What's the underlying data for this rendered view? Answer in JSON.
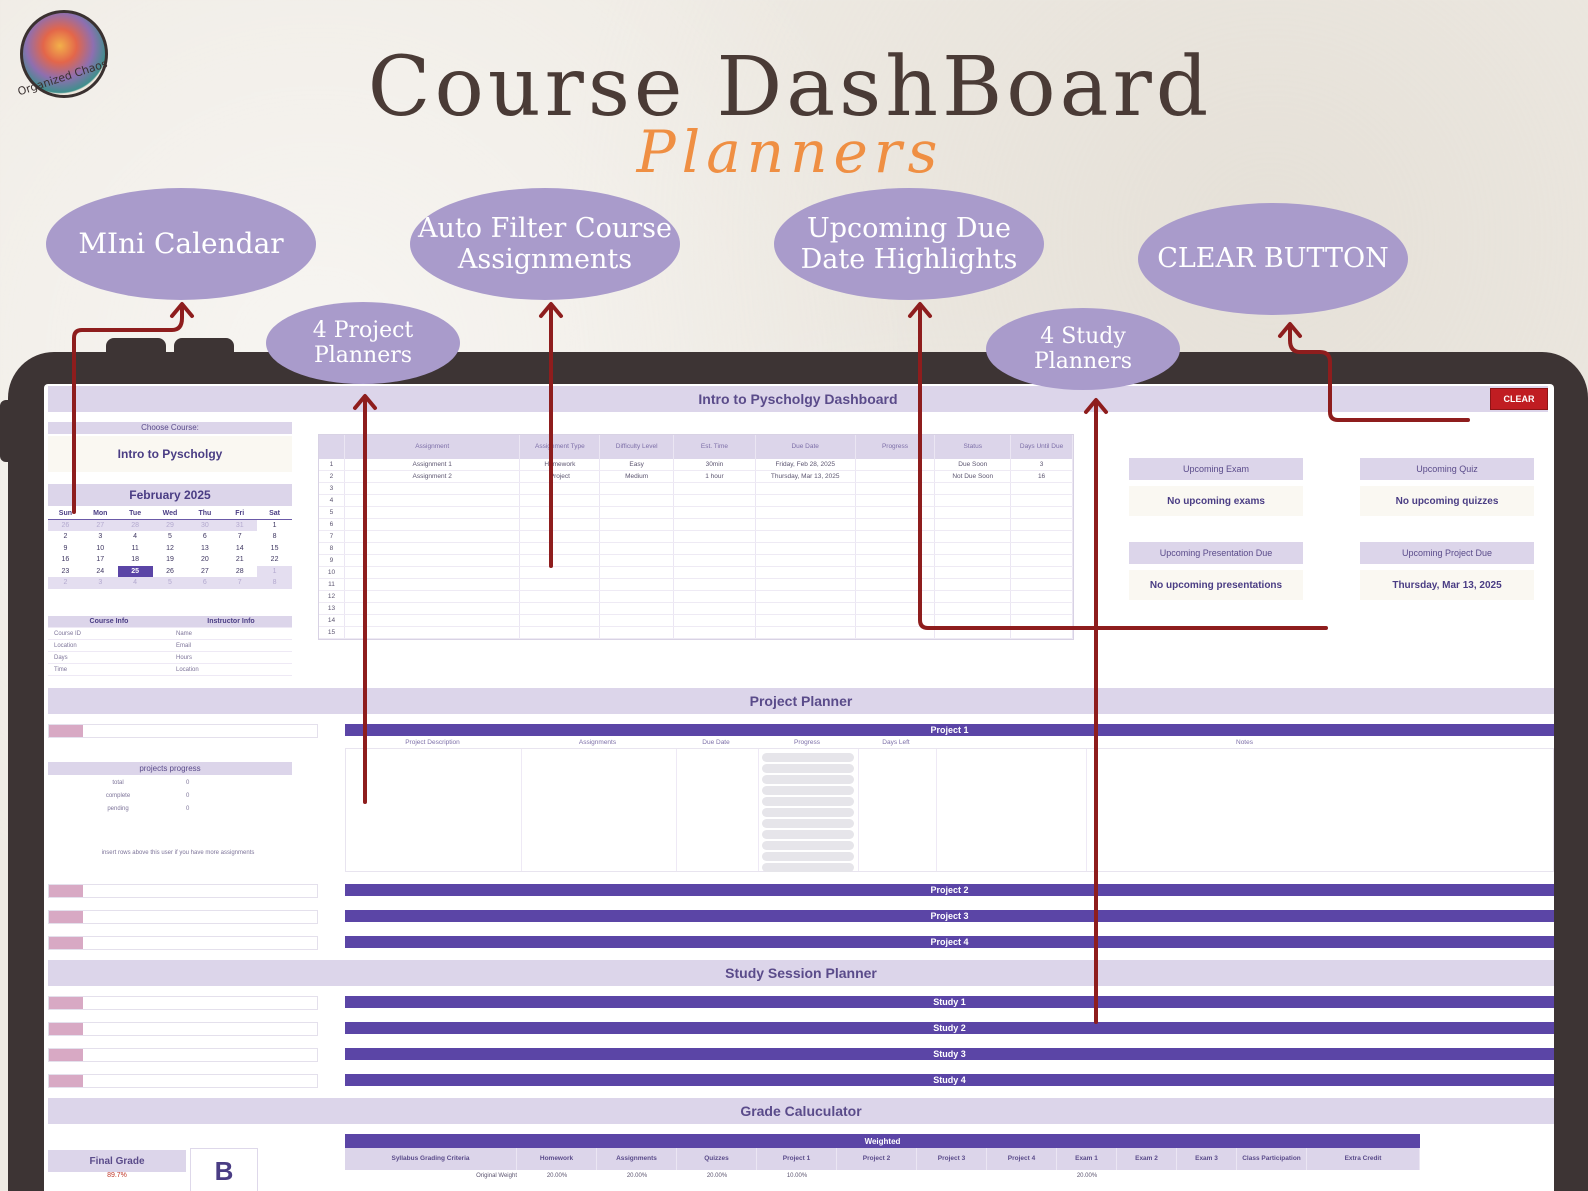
{
  "header": {
    "title": "Course DashBoard",
    "subtitle": "Planners",
    "logo_text": "Organized Chaos"
  },
  "annotations": {
    "mini_calendar": "MIni Calendar",
    "auto_filter": [
      "Auto Filter Course",
      "Assignments"
    ],
    "upcoming_due": [
      "Upcoming Due",
      "Date Highlights"
    ],
    "clear_button": "CLEAR BUTTON",
    "project_planners": [
      "4 Project",
      "Planners"
    ],
    "study_planners": [
      "4 Study",
      "Planners"
    ]
  },
  "dashboard": {
    "title": "Intro to Pyscholgy Dashboard",
    "clear_label": "CLEAR",
    "choose_course_label": "Choose Course:",
    "course_value": "Intro to Pyscholgy",
    "calendar": {
      "month_label": "February  2025",
      "days_of_week": [
        "Sun",
        "Mon",
        "Tue",
        "Wed",
        "Thu",
        "Fri",
        "Sat"
      ],
      "cells": [
        {
          "d": "26",
          "t": "other"
        },
        {
          "d": "27",
          "t": "other"
        },
        {
          "d": "28",
          "t": "other"
        },
        {
          "d": "29",
          "t": "other"
        },
        {
          "d": "30",
          "t": "other"
        },
        {
          "d": "31",
          "t": "other"
        },
        {
          "d": "1",
          "t": ""
        },
        {
          "d": "2",
          "t": ""
        },
        {
          "d": "3",
          "t": ""
        },
        {
          "d": "4",
          "t": ""
        },
        {
          "d": "5",
          "t": ""
        },
        {
          "d": "6",
          "t": ""
        },
        {
          "d": "7",
          "t": ""
        },
        {
          "d": "8",
          "t": ""
        },
        {
          "d": "9",
          "t": ""
        },
        {
          "d": "10",
          "t": ""
        },
        {
          "d": "11",
          "t": ""
        },
        {
          "d": "12",
          "t": ""
        },
        {
          "d": "13",
          "t": ""
        },
        {
          "d": "14",
          "t": ""
        },
        {
          "d": "15",
          "t": ""
        },
        {
          "d": "16",
          "t": ""
        },
        {
          "d": "17",
          "t": ""
        },
        {
          "d": "18",
          "t": ""
        },
        {
          "d": "19",
          "t": ""
        },
        {
          "d": "20",
          "t": ""
        },
        {
          "d": "21",
          "t": ""
        },
        {
          "d": "22",
          "t": ""
        },
        {
          "d": "23",
          "t": ""
        },
        {
          "d": "24",
          "t": ""
        },
        {
          "d": "25",
          "t": "today"
        },
        {
          "d": "26",
          "t": ""
        },
        {
          "d": "27",
          "t": ""
        },
        {
          "d": "28",
          "t": ""
        },
        {
          "d": "1",
          "t": "other"
        },
        {
          "d": "2",
          "t": "other"
        },
        {
          "d": "3",
          "t": "other"
        },
        {
          "d": "4",
          "t": "other"
        },
        {
          "d": "5",
          "t": "other"
        },
        {
          "d": "6",
          "t": "other"
        },
        {
          "d": "7",
          "t": "other"
        },
        {
          "d": "8",
          "t": "other"
        }
      ]
    },
    "info_table": {
      "headers": [
        "Course Info",
        "Instructor Info"
      ],
      "rows": [
        [
          "Course ID",
          "Name"
        ],
        [
          "Location",
          "Email"
        ],
        [
          "Days",
          "Hours"
        ],
        [
          "Time",
          "Location"
        ]
      ]
    },
    "assignments": {
      "columns": [
        "Assignment",
        "Assignment Type",
        "Difficulty Level",
        "Est. Time",
        "Due Date",
        "Progress",
        "Status",
        "Days Until Due"
      ],
      "rows": [
        [
          "1",
          "Assignment 1",
          "Homework",
          "Easy",
          "30min",
          "Friday, Feb 28, 2025",
          "",
          "Due Soon",
          "3"
        ],
        [
          "2",
          "Assignment 2",
          "Project",
          "Medium",
          "1 hour",
          "Thursday, Mar 13, 2025",
          "",
          "Not Due Soon",
          "16"
        ],
        [
          "3",
          "",
          "",
          "",
          "",
          "",
          "",
          "",
          ""
        ],
        [
          "4",
          "",
          "",
          "",
          "",
          "",
          "",
          "",
          ""
        ],
        [
          "5",
          "",
          "",
          "",
          "",
          "",
          "",
          "",
          ""
        ],
        [
          "6",
          "",
          "",
          "",
          "",
          "",
          "",
          "",
          ""
        ],
        [
          "7",
          "",
          "",
          "",
          "",
          "",
          "",
          "",
          ""
        ],
        [
          "8",
          "",
          "",
          "",
          "",
          "",
          "",
          "",
          ""
        ],
        [
          "9",
          "",
          "",
          "",
          "",
          "",
          "",
          "",
          ""
        ],
        [
          "10",
          "",
          "",
          "",
          "",
          "",
          "",
          "",
          ""
        ],
        [
          "11",
          "",
          "",
          "",
          "",
          "",
          "",
          "",
          ""
        ],
        [
          "12",
          "",
          "",
          "",
          "",
          "",
          "",
          "",
          ""
        ],
        [
          "13",
          "",
          "",
          "",
          "",
          "",
          "",
          "",
          ""
        ],
        [
          "14",
          "",
          "",
          "",
          "",
          "",
          "",
          "",
          ""
        ],
        [
          "15",
          "",
          "",
          "",
          "",
          "",
          "",
          "",
          ""
        ]
      ]
    },
    "upcoming": {
      "exam_label": "Upcoming Exam",
      "exam_value": "No upcoming exams",
      "quiz_label": "Upcoming Quiz",
      "quiz_value": "No upcoming quizzes",
      "presentation_label": "Upcoming Presentation Due",
      "presentation_value": "No upcoming presentations",
      "project_label": "Upcoming Project Due",
      "project_value": "Thursday, Mar 13, 2025"
    },
    "project_planner": {
      "section_title": "Project Planner",
      "projects": [
        "Project 1",
        "Project 2",
        "Project 3",
        "Project 4"
      ],
      "columns": [
        "Project Description",
        "Assignments",
        "Due Date",
        "Progress",
        "Days Left",
        "Notes"
      ],
      "progress_title": "projects progress",
      "progress_rows": [
        [
          "total",
          "0"
        ],
        [
          "complete",
          "0"
        ],
        [
          "pending",
          "0"
        ]
      ],
      "note": "insert rows above this user if you have more assignments"
    },
    "study_planner": {
      "section_title": "Study Session Planner",
      "studies": [
        "Study 1",
        "Study 2",
        "Study 3",
        "Study 4"
      ]
    },
    "grade_calculator": {
      "section_title": "Grade Caluculator",
      "final_grade_label": "Final Grade",
      "final_grade_value": "89.7%",
      "letter": "B",
      "weighted_label": "Weighted",
      "columns": [
        "Syllabus Grading Criteria",
        "Homework",
        "Assignments",
        "Quizzes",
        "Project 1",
        "Project 2",
        "Project 3",
        "Project 4",
        "Exam 1",
        "Exam 2",
        "Exam 3",
        "Class Participation",
        "Extra Credit"
      ],
      "row_label": "Original Weight",
      "row_values": [
        "20.00%",
        "20.00%",
        "20.00%",
        "10.00%",
        "",
        "",
        "",
        "20.00%",
        "",
        "",
        "",
        ""
      ]
    }
  },
  "colors": {
    "accent": "#5b45a6",
    "band": "#dcd5ea",
    "oval": "#a99bcb",
    "arrow": "#8e1d1d",
    "title": "#4a3b36",
    "subtitle": "#ef8f43",
    "clear": "#c01d22"
  }
}
